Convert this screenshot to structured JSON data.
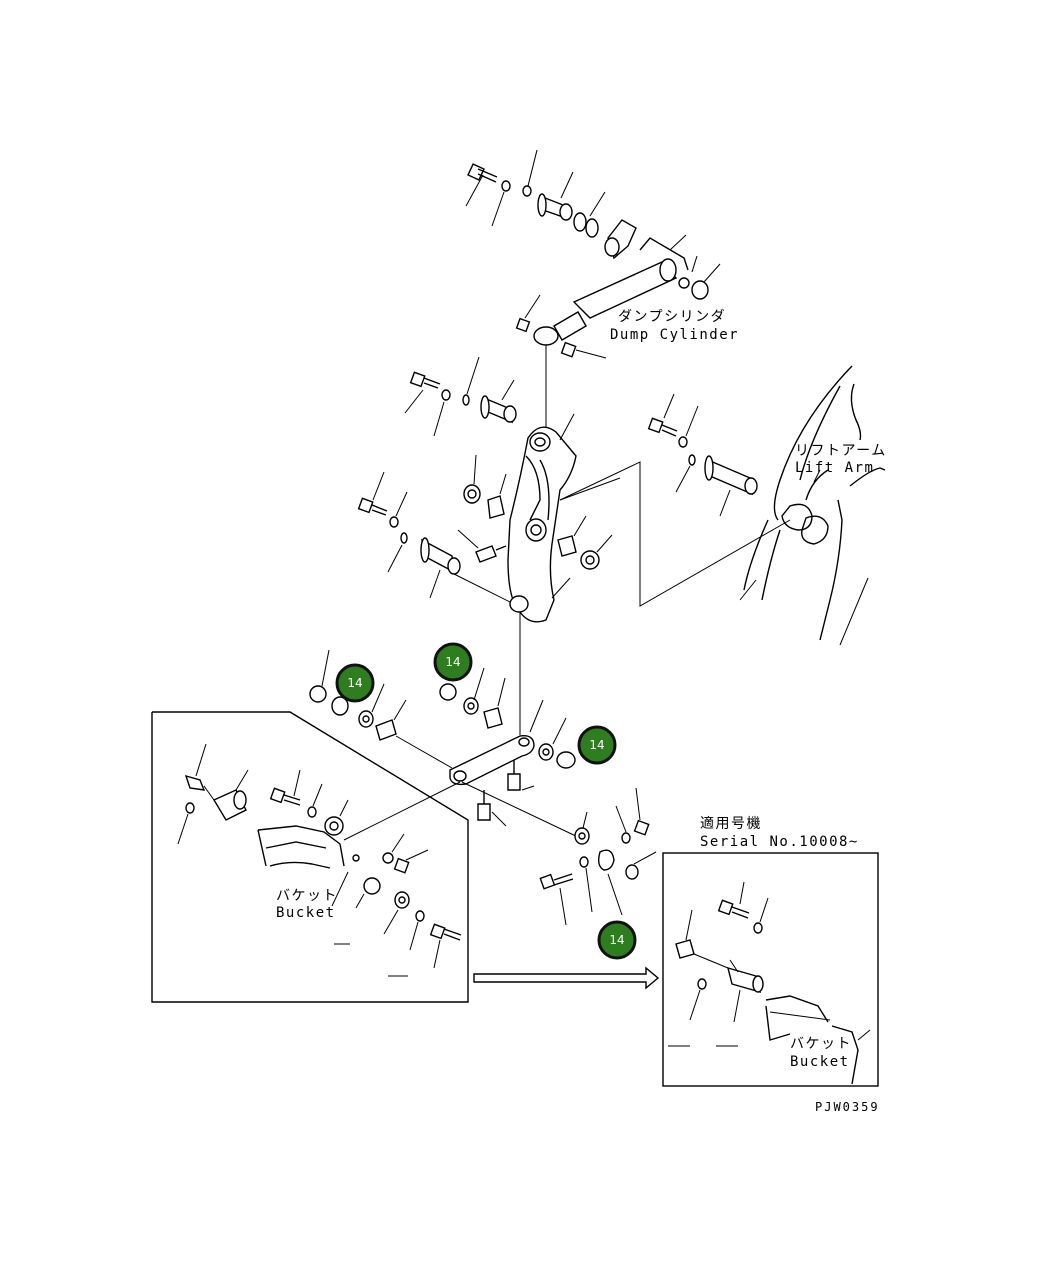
{
  "labels": {
    "dump_cylinder_jp": "ダンプシリンダ",
    "dump_cylinder_en": "Dump Cylinder",
    "lift_arm_jp": "リフトアーム",
    "lift_arm_en": "Lift Arm",
    "bucket_jp": "バケット",
    "bucket_en": "Bucket",
    "bucket_jp_inset": "バケット",
    "bucket_en_inset": "Bucket",
    "serial_jp": "適用号機",
    "serial_en": "Serial No.10008~",
    "drawing_code": "PJW0359"
  },
  "callouts": [
    {
      "number": "14"
    },
    {
      "number": "14"
    },
    {
      "number": "14"
    },
    {
      "number": "14"
    }
  ],
  "colors": {
    "callout_fill": "#2e7d1f",
    "line": "#000000"
  }
}
